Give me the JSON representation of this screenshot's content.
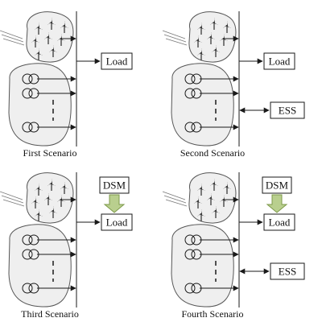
{
  "colors": {
    "line": "#1a1a1a",
    "region_fill": "#efefef",
    "region_stroke": "#555555",
    "box_fill": "#ffffff",
    "dsm_arrow_fill": "#b9cf8e",
    "dsm_arrow_stroke": "#7d9a4a",
    "turbine": "#3a3a3a"
  },
  "panels": [
    {
      "id": "first",
      "caption": "First Scenario",
      "load_label": "Load",
      "dsm_label": null,
      "ess_label": null
    },
    {
      "id": "second",
      "caption": "Second Scenario",
      "load_label": "Load",
      "dsm_label": null,
      "ess_label": "ESS"
    },
    {
      "id": "third",
      "caption": "Third Scenario",
      "load_label": "Load",
      "dsm_label": "DSM",
      "ess_label": null
    },
    {
      "id": "fourth",
      "caption": "Fourth Scenario",
      "load_label": "Load",
      "dsm_label": "DSM",
      "ess_label": "ESS"
    }
  ]
}
